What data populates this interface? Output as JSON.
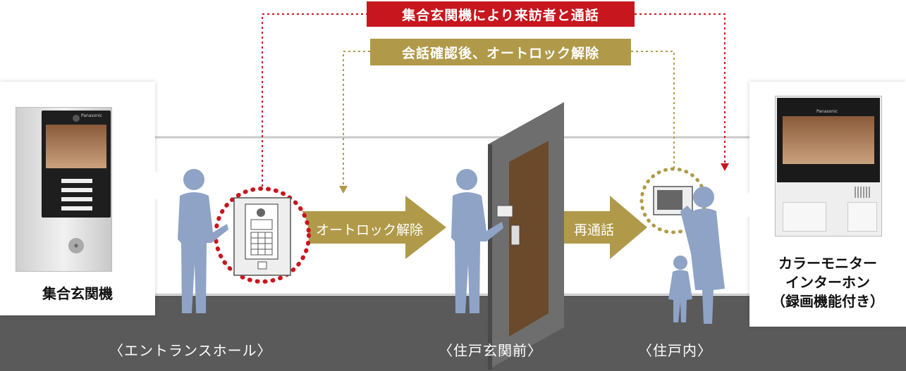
{
  "top_banner_red": {
    "text": "集合玄関機により来訪者と通話",
    "color": "#c8161e"
  },
  "top_banner_gold": {
    "text": "会話確認後、オートロック解除",
    "color": "#b09a4a"
  },
  "arrow1": {
    "text": "オートロック解除"
  },
  "arrow2": {
    "text": "再通話"
  },
  "left_panel": {
    "caption": "集合玄関機",
    "device_brand": "Panasonic"
  },
  "right_panel": {
    "caption_lines": [
      "カラーモニター",
      "インターホン",
      "（録画機能付き）"
    ],
    "device_brand": "Panasonic"
  },
  "locations": {
    "entrance_hall": "〈エントランスホール〉",
    "front_door": "〈住戸玄関前〉",
    "inside": "〈住戸内〉"
  },
  "colors": {
    "accent_red": "#c8161e",
    "accent_gold": "#b09a4a",
    "floor": "#5a5a5a",
    "silhouette": "#8ea3c6"
  }
}
